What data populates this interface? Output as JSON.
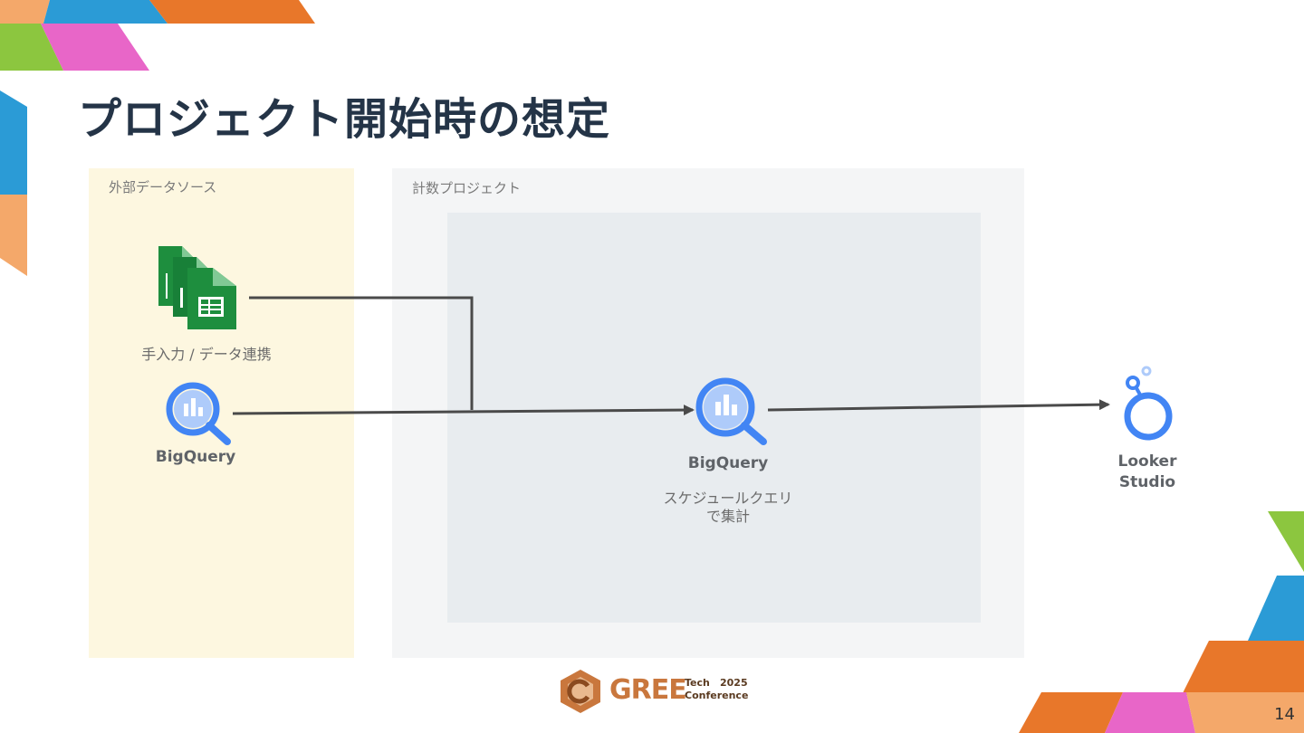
{
  "slide": {
    "title": "プロジェクト開始時の想定",
    "page_number": "14"
  },
  "panels": {
    "external": {
      "label": "外部データソース"
    },
    "project": {
      "label": "計数プロジェクト"
    }
  },
  "nodes": {
    "sheets": {
      "caption": "手入力 / データ連携",
      "icon": "google-sheets-icon"
    },
    "bigquery_source": {
      "caption": "BigQuery",
      "icon": "bigquery-icon"
    },
    "bigquery_project": {
      "caption": "BigQuery",
      "note_line1": "スケジュールクエリ",
      "note_line2": "で集計",
      "icon": "bigquery-icon"
    },
    "looker": {
      "caption_line1": "Looker",
      "caption_line2": "Studio",
      "icon": "looker-studio-icon"
    }
  },
  "footer": {
    "brand": "GREE",
    "line1": "Tech",
    "year": "2025",
    "line2": "Conference"
  },
  "colors": {
    "title": "#243447",
    "sheets_green": "#1e8e3e",
    "bigquery_blue": "#4285f4",
    "looker_blue": "#4285f4",
    "arrow": "#4a4a4a",
    "external_panel": "#fdf7e0",
    "project_panel": "#f4f5f6",
    "inner_panel": "#e8ecef"
  }
}
